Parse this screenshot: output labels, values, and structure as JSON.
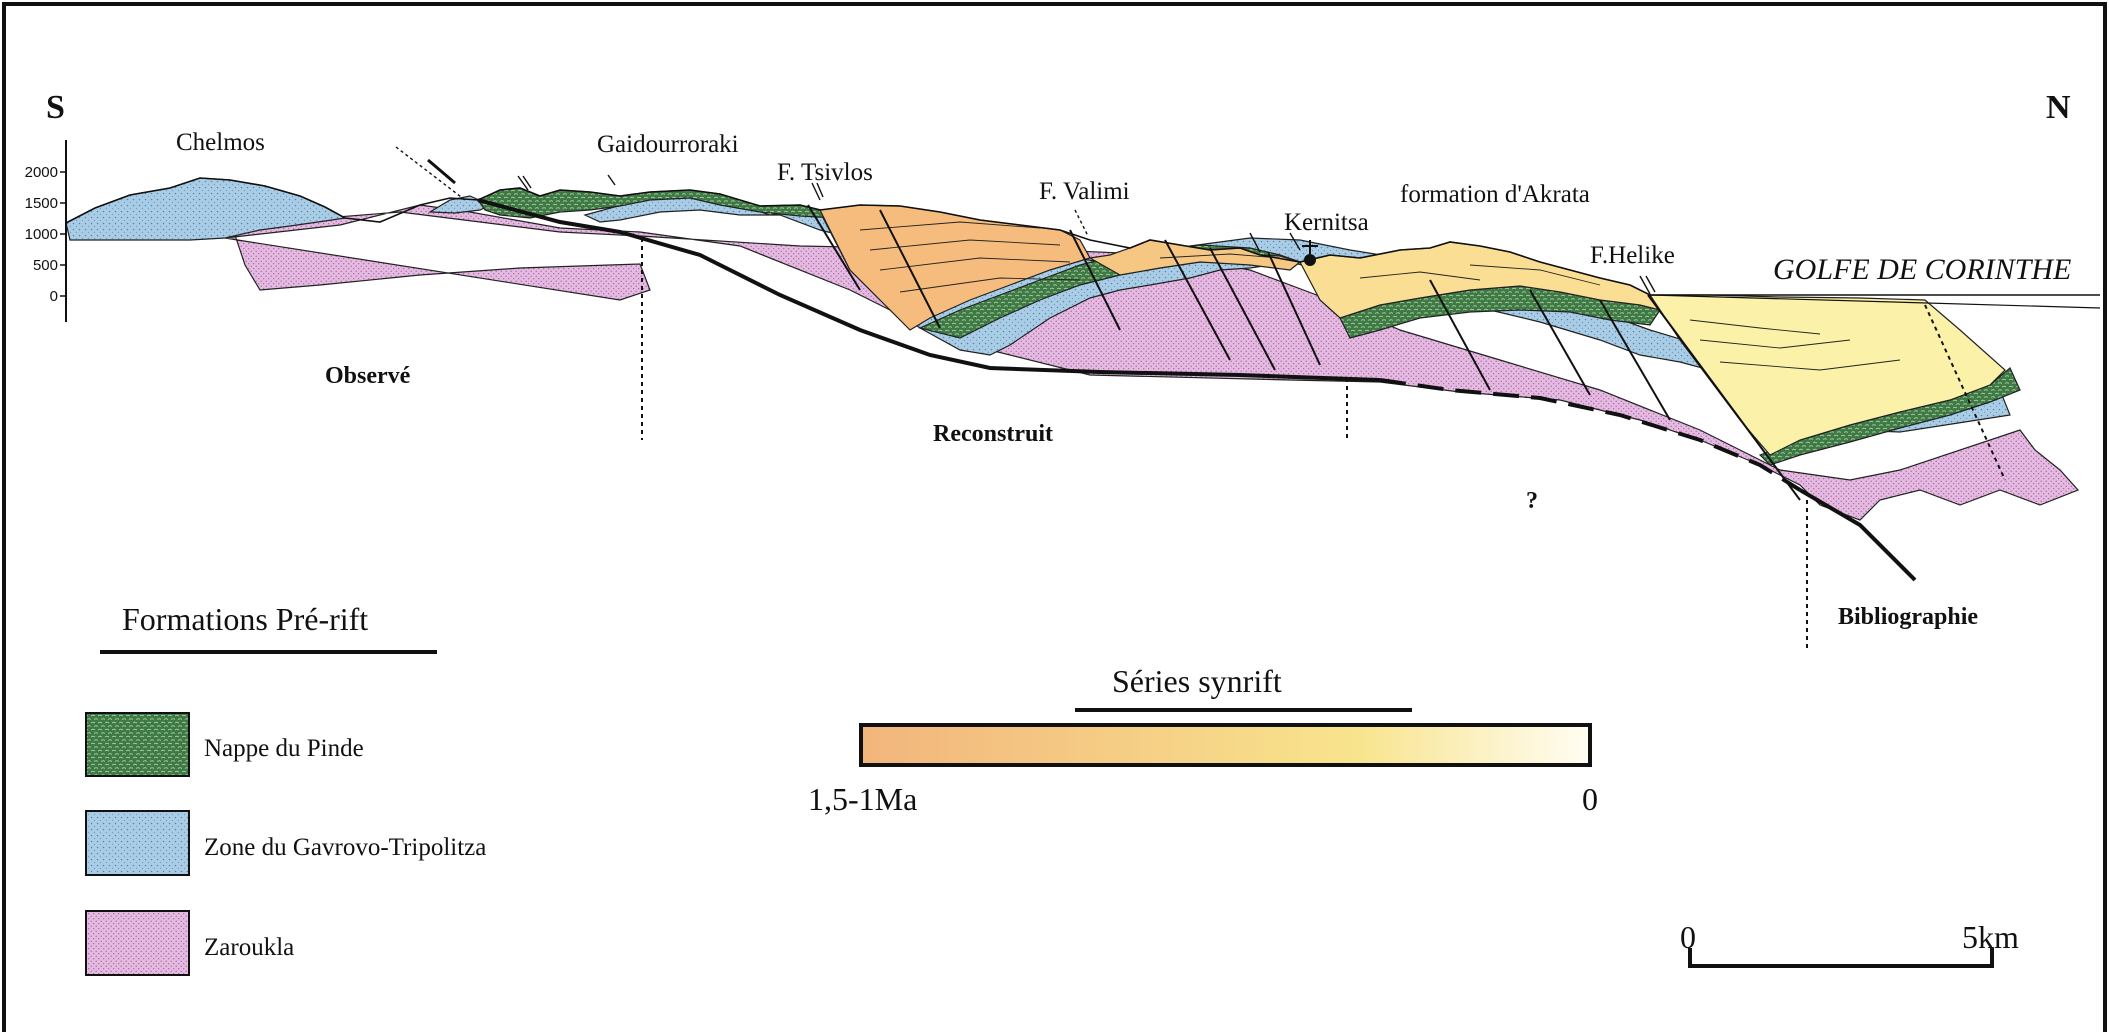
{
  "diagram": {
    "orientation": {
      "south": "S",
      "north": "N"
    },
    "elevation_axis": {
      "ticks": [
        "2000",
        "1500",
        "1000",
        "500",
        "0"
      ]
    },
    "place_labels": {
      "chelmos": "Chelmos",
      "gaidourroraki": "Gaidourroraki",
      "tsivlos": "F. Tsivlos",
      "valimi": "F. Valimi",
      "kernitsa": "Kernitsa",
      "akrata": "formation d'Akrata",
      "helike": "F.Helike",
      "golfe": "GOLFE DE CORINTHE"
    },
    "section_labels": {
      "observe": "Observé",
      "reconstruit": "Reconstruit",
      "question": "?",
      "bibliographie": "Bibliographie"
    },
    "legend": {
      "title": "Formations Pré-rift",
      "items": [
        {
          "label": "Nappe du Pinde",
          "color": "#3f7a45"
        },
        {
          "label": "Zone du Gavrovo-Tripolitza",
          "color": "#a9cde6"
        },
        {
          "label": "Zaroukla",
          "color": "#e6b9e3"
        }
      ]
    },
    "synrift": {
      "title": "Séries synrift",
      "age_start": "1,5-1Ma",
      "age_end": "0",
      "gradient_colors": [
        "#f2b57c",
        "#f8e48d",
        "#fffdf3"
      ]
    },
    "scale_bar": {
      "start": "0",
      "end": "5km"
    }
  }
}
